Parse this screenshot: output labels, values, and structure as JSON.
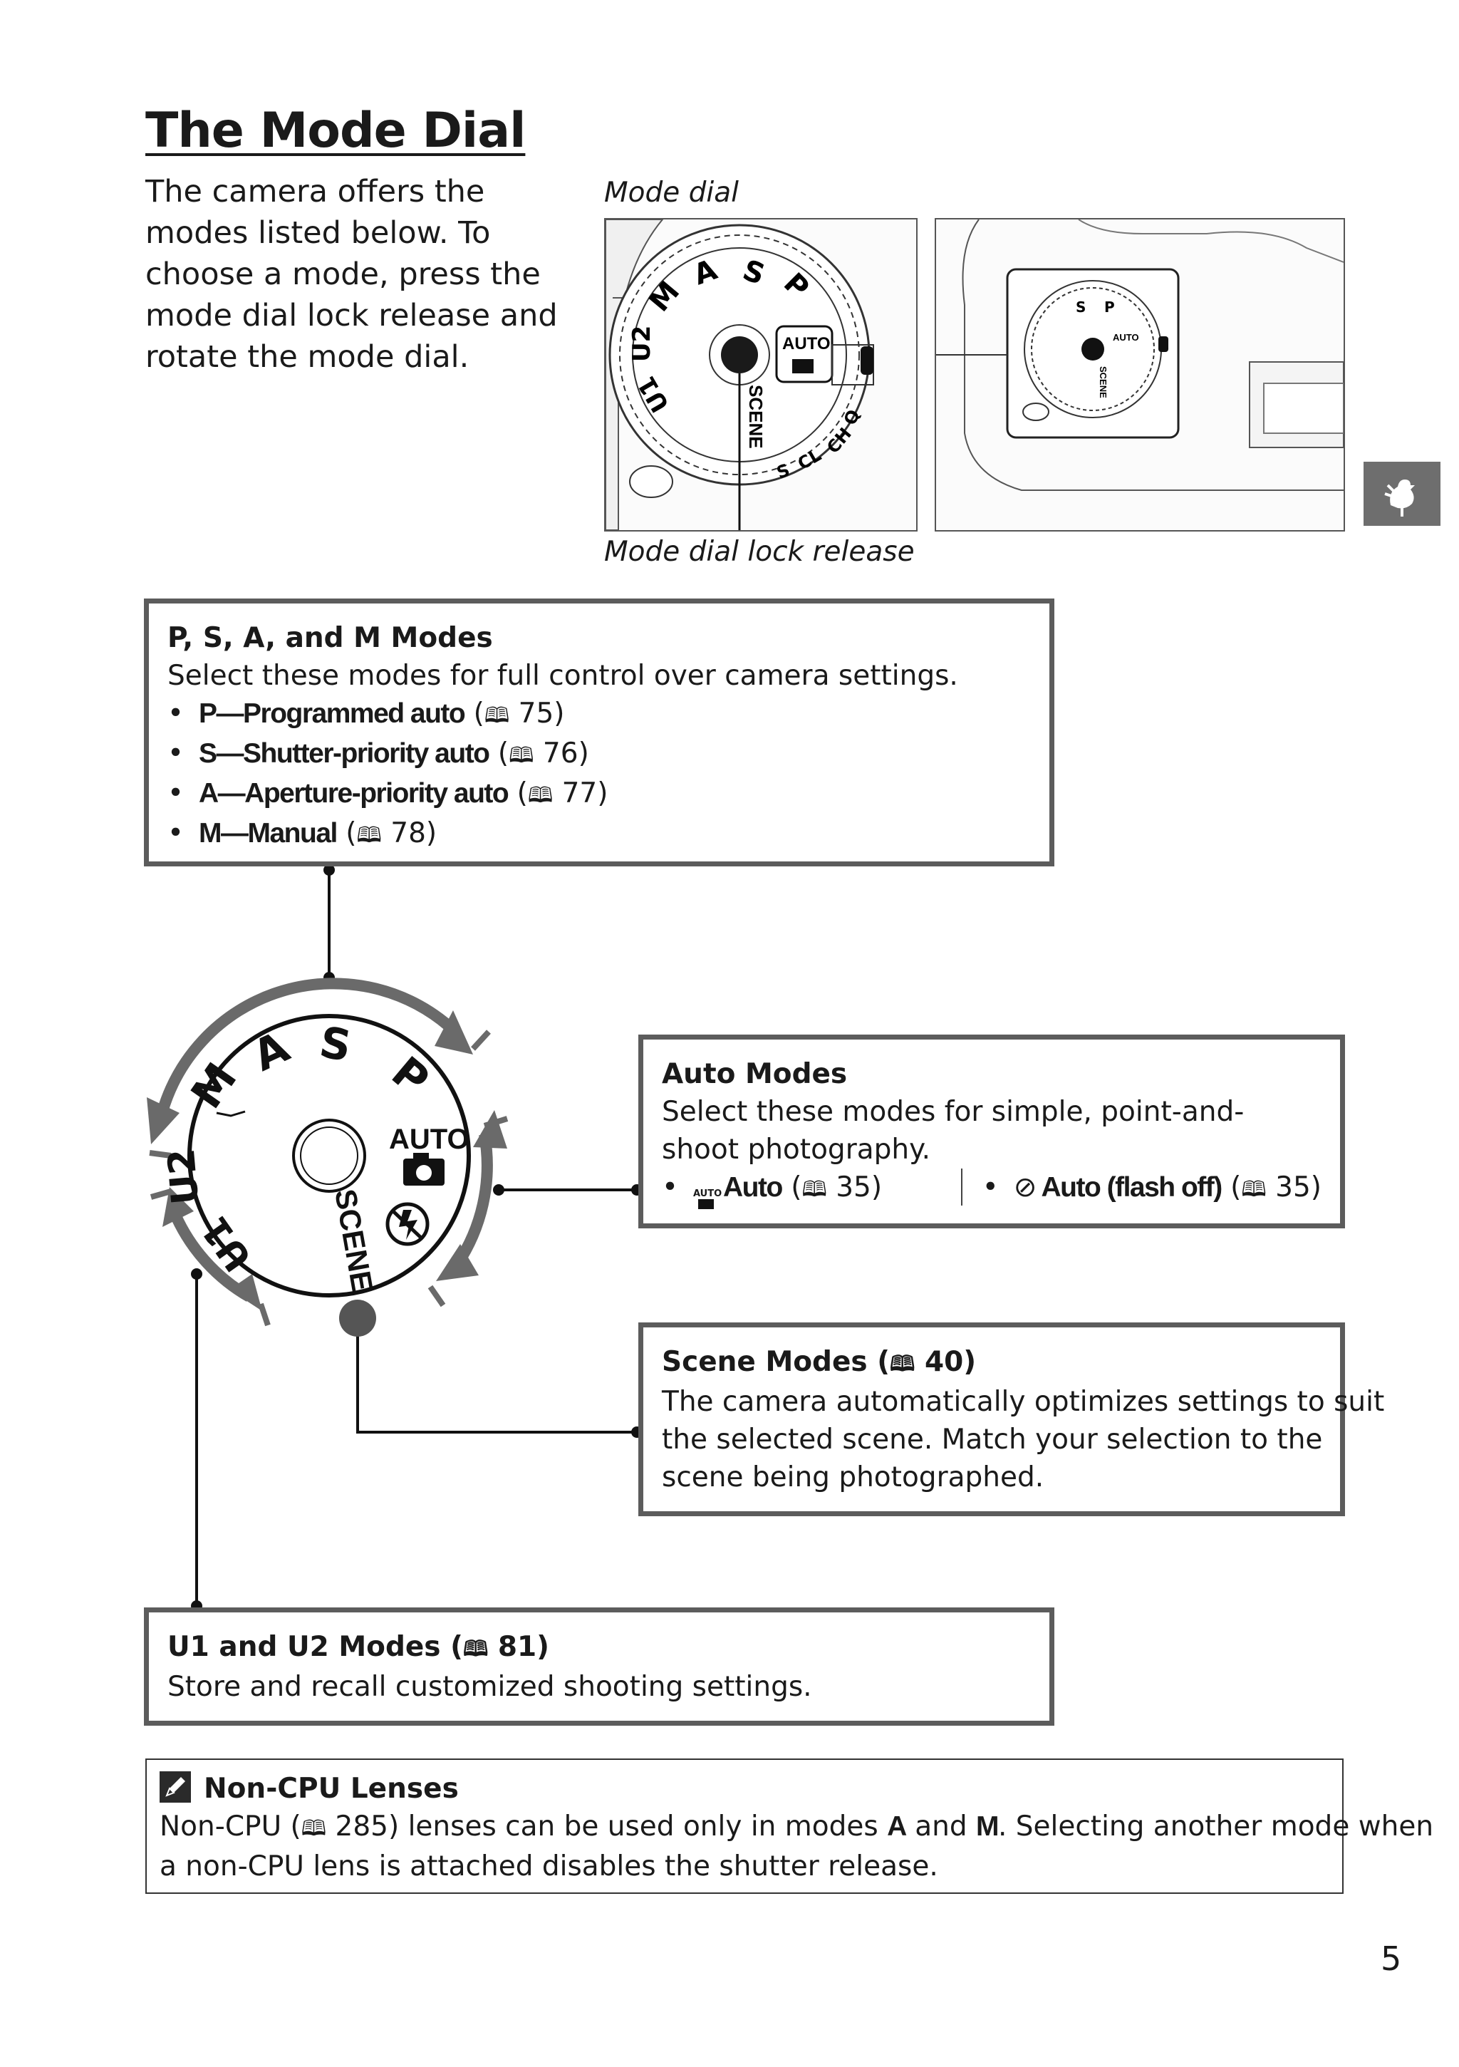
{
  "page": {
    "title": "The Mode Dial",
    "intro": "The camera offers the modes listed below. To choose a mode, press the mode dial lock release and rotate the mode dial.",
    "caption_mode_dial": "Mode dial",
    "caption_lock_release": "Mode dial lock release",
    "page_number": "5"
  },
  "dial_photo": {
    "letters": [
      "S",
      "A",
      "M",
      "U2",
      "U1",
      "P",
      "SCENE",
      "AUTO",
      "S",
      "CL",
      "CH",
      "Q"
    ]
  },
  "dial_graphic": {
    "letters": [
      "P",
      "S",
      "A",
      "M",
      "U2",
      "U1"
    ],
    "auto": "AUTO",
    "scene": "SCENE"
  },
  "psam": {
    "heading": "P, S, A, and M Modes",
    "desc": "Select these modes for full control over camera settings.",
    "items": [
      {
        "letter": "P",
        "dash": "—",
        "name": "Programmed auto",
        "page": "75"
      },
      {
        "letter": "S",
        "dash": "—",
        "name": "Shutter-priority auto",
        "page": "76"
      },
      {
        "letter": "A",
        "dash": "—",
        "name": "Aperture-priority auto",
        "page": "77"
      },
      {
        "letter": "M",
        "dash": "—",
        "name": "Manual",
        "page": "78"
      }
    ]
  },
  "auto_modes": {
    "heading": "Auto Modes",
    "desc": "Select these modes for simple, point-and-shoot photography.",
    "item1": {
      "icon": "AUTO",
      "name": "Auto",
      "page": "35"
    },
    "item2": {
      "name": "Auto (flash off)",
      "page": "35"
    }
  },
  "scene_modes": {
    "heading": "Scene Modes (",
    "page": "40",
    "desc_lines": [
      "The camera automatically optimizes settings to suit",
      "the selected scene. Match your selection to the",
      "scene being photographed."
    ]
  },
  "user_modes": {
    "heading": "U1 and U2 Modes (",
    "page": "81",
    "desc": "Store and recall customized shooting settings."
  },
  "note": {
    "heading": "Non-CPU Lenses",
    "text_a": "Non-CPU (",
    "page": "285",
    "text_b": ") lenses can be used only in modes",
    "mode_a": "A",
    "text_c": "and",
    "mode_m": "M",
    "text_d": ". Selecting another mode when",
    "line2": "a non-CPU lens is attached disables the shutter release."
  },
  "colors": {
    "box_border": "#5c5c5c",
    "tab": "#6e6e6e",
    "arrow": "#6a6a6a"
  }
}
